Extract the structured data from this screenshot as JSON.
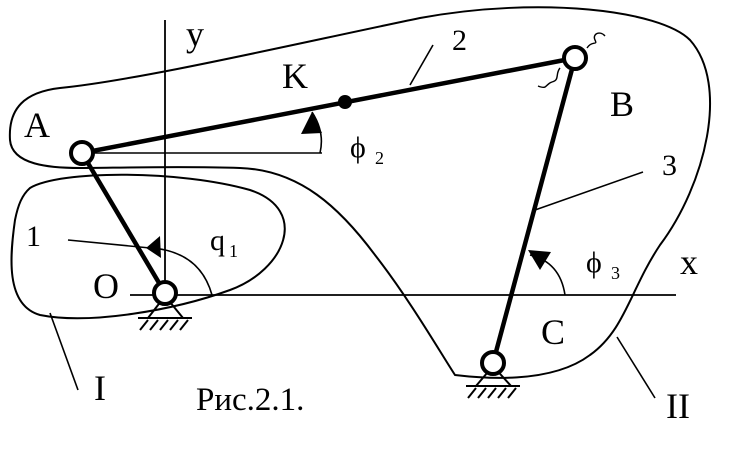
{
  "labels": {
    "y": "y",
    "x": "x",
    "A": "A",
    "B": "B",
    "C": "C",
    "O": "O",
    "K": "K",
    "link1": "1",
    "link2": "2",
    "link3": "3",
    "region1": "I",
    "region2": "II",
    "phi2": "ϕ",
    "phi2_sub": "2",
    "phi3": "ϕ",
    "phi3_sub": "3",
    "q1": "q",
    "q1_sub": "1"
  },
  "caption": "Рис.2.1."
}
